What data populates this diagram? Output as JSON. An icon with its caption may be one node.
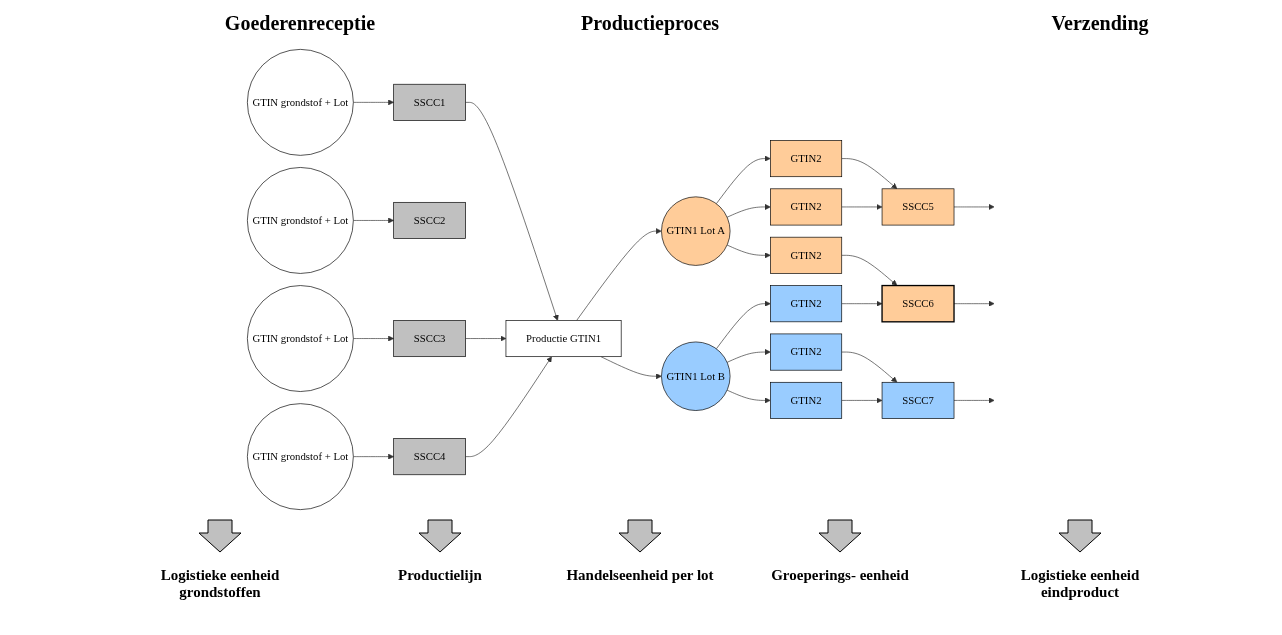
{
  "diagram": {
    "nodes": [
      {
        "text": [
          "GTIN grondstof + Lot"
        ]
      },
      {
        "text": [
          "GTIN grondstof + Lot"
        ]
      },
      {
        "text": [
          "GTIN grondstof + Lot"
        ]
      },
      {
        "text": [
          "GTIN grondstof + Lot"
        ]
      },
      {
        "text": [
          "SSCC1"
        ]
      },
      {
        "text": [
          "SSCC2"
        ]
      },
      {
        "text": [
          "SSCC3"
        ]
      },
      {
        "text": [
          "SSCC4"
        ]
      },
      {
        "text": [
          "Productie GTIN1"
        ]
      },
      {
        "text": [
          "GTIN1 Lot A"
        ]
      },
      {
        "text": [
          "GTIN1 Lot B"
        ]
      },
      {
        "text": [
          "GTIN2"
        ]
      },
      {
        "text": [
          "GTIN2"
        ]
      },
      {
        "text": [
          "GTIN2"
        ]
      },
      {
        "text": [
          "GTIN2"
        ]
      },
      {
        "text": [
          "GTIN2"
        ]
      },
      {
        "text": [
          "GTIN2"
        ]
      },
      {
        "text": [
          "SSCC5"
        ]
      },
      {
        "text": [
          "SSCC6"
        ]
      },
      {
        "text": [
          "SSCC7"
        ]
      }
    ],
    "edges": [
      {
        "from": 0,
        "to": 4,
        "arrow": "to"
      },
      {
        "from": 1,
        "to": 5,
        "arrow": "to"
      },
      {
        "from": 2,
        "to": 6,
        "arrow": "to"
      },
      {
        "from": 3,
        "to": 7,
        "arrow": "to"
      },
      {
        "from": 4,
        "to": 8,
        "arrow": "to"
      },
      {
        "from": 6,
        "to": 8,
        "arrow": "to"
      },
      {
        "from": 7,
        "to": 8,
        "arrow": "to"
      },
      {
        "from": 8,
        "to": 9,
        "arrow": "to"
      },
      {
        "from": 8,
        "to": 10,
        "arrow": "to"
      },
      {
        "from": 9,
        "to": 11,
        "arrow": "to"
      },
      {
        "from": 9,
        "to": 12,
        "arrow": "to"
      },
      {
        "from": 9,
        "to": 13,
        "arrow": "to"
      },
      {
        "from": 10,
        "to": 14,
        "arrow": "to"
      },
      {
        "from": 10,
        "to": 15,
        "arrow": "to"
      },
      {
        "from": 10,
        "to": 16,
        "arrow": "to"
      },
      {
        "from": 11,
        "to": 17,
        "arrow": "to"
      },
      {
        "from": 12,
        "to": 17,
        "arrow": "to"
      },
      {
        "from": 13,
        "to": 18,
        "arrow": "to"
      },
      {
        "from": 14,
        "to": 18,
        "arrow": "to"
      },
      {
        "from": 15,
        "to": 19,
        "arrow": "to"
      },
      {
        "from": 16,
        "to": 19,
        "arrow": "to"
      },
      {
        "from": 17,
        "to": null,
        "arrow": "to"
      },
      {
        "from": 18,
        "to": null,
        "arrow": "to"
      },
      {
        "from": 19,
        "to": null,
        "arrow": "to"
      }
    ],
    "labels": [
      "Goederenreceptie",
      "Productieproces",
      "Verzending",
      "Logistieke eenheid grondstoffen",
      "Productielijn",
      "Handelseenheid per lot",
      "Groeperings- eenheid",
      "Logistieke eenheid eindproduct"
    ]
  }
}
